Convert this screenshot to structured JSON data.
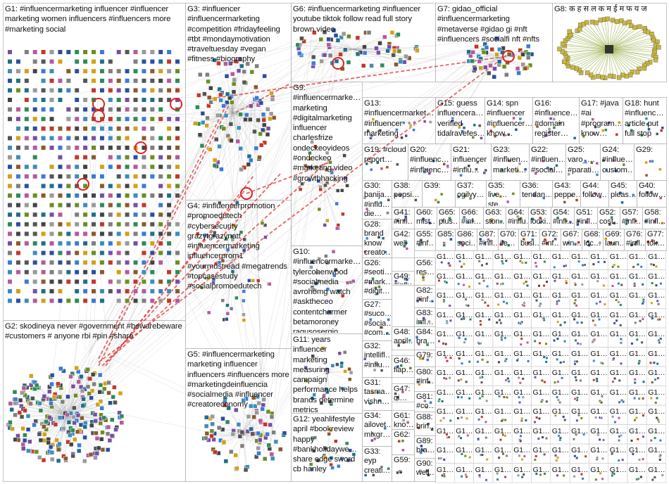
{
  "groups": [
    {
      "id": "G1",
      "text": "G1: #influencermarketing influencer #influencer marketing women influencers #influencers more #marketing social"
    },
    {
      "id": "G2",
      "text": "G2: skodineya never #government #bewarebeware #customers # anyone rbi #pin #share"
    },
    {
      "id": "G3",
      "text": "G3: #influencer #influencermarketing #competition #fridayfeeling #tbt #mondaymotivation #traveltuesday #vegan #fitness #biography"
    },
    {
      "id": "G4",
      "text": "G4: #influencerpromotion #promoedutech #cybersecurity grazytgrazynatt #influencermarketing influencerprom1 #yourmustread #megatrends #topcasestudy #socialpromoedutech"
    },
    {
      "id": "G5",
      "text": "G5: #influencermarketing marketing influencer influencers #influencers more #marketingdeinfluencia #socialmedia #influencer #creatoreconomy"
    },
    {
      "id": "G6",
      "text": "G6: #influencermarketing #influencer youtube tiktok follow read full story brown video"
    },
    {
      "id": "G7",
      "text": "G7: gidao_official #influencermarketing #metaverse #gidao gi #nft #influencers #socialfi nft #nfts"
    },
    {
      "id": "G8",
      "text": "G8: क ह स ल क म ई म फ य ज"
    },
    {
      "id": "G9",
      "text": "G9: #influencermarke… marketing #digitalmarketing influencer charlesfrize ondeckeovideos #ondeckeo #marketing video #growthhacking"
    },
    {
      "id": "G10",
      "text": "G10: #influencermarke… tylercohenwood #socialmedia avrohomg watch #asktheceo contentcharmer betamoroney ragusosergio…"
    },
    {
      "id": "G11",
      "text": "G11: years influencer marketing measuring campaign performance helps brands determine metrics"
    },
    {
      "id": "G12",
      "text": "G12: yeahlifestyle april #bookreview happy #bankholidaywe… share edge sword cb hanley"
    },
    {
      "id": "G13",
      "text": "G13: #influencermarket… #influencer marketing"
    },
    {
      "id": "G14",
      "text": "G14: spn #influencer #influencer… know…"
    },
    {
      "id": "G15",
      "text": "G15: guess influencera… verified tidalravefes…"
    },
    {
      "id": "G16",
      "text": "G16: #influence… #domain register…"
    },
    {
      "id": "G17",
      "text": "G17: #java #ai #program… know…"
    },
    {
      "id": "G18",
      "text": "G18: hunt #influenc… article put full stop"
    },
    {
      "id": "G19",
      "text": "G19: #cloud report…"
    },
    {
      "id": "G20",
      "text": "G20: #influenc… #influenc…"
    },
    {
      "id": "G21",
      "text": "G21: influencer #influ…"
    },
    {
      "id": "G23",
      "text": "G23: #influen… marketi…"
    },
    {
      "id": "G22",
      "text": "G22: #influen… #social…"
    },
    {
      "id": "G25",
      "text": "G25: varo_… #parati…"
    },
    {
      "id": "G24",
      "text": "G24: #influe… custom…"
    },
    {
      "id": "G29",
      "text": "G29:"
    },
    {
      "id": "G30",
      "text": "G30: banija… #influ… die…"
    },
    {
      "id": "G38",
      "text": "G38: pepsi…"
    },
    {
      "id": "G39",
      "text": "G39:"
    },
    {
      "id": "G37",
      "text": "G37: ogilvy…"
    },
    {
      "id": "G35",
      "text": "G35: live… ste…"
    },
    {
      "id": "G36",
      "text": "G36: tendan…"
    },
    {
      "id": "G43",
      "text": "G43: peppe…"
    },
    {
      "id": "G44",
      "text": "G44: follow…"
    },
    {
      "id": "G45",
      "text": "G45: pleas…"
    },
    {
      "id": "G40",
      "text": "G40: follow…"
    },
    {
      "id": "G28",
      "text": "G28: brand know creato…"
    },
    {
      "id": "G41",
      "text": "G41: #infl…"
    },
    {
      "id": "G60",
      "text": "G60: mist…"
    },
    {
      "id": "G65",
      "text": "G65: plus…"
    },
    {
      "id": "G66",
      "text": "G66: #inf…"
    },
    {
      "id": "G63",
      "text": "G63: ston…"
    },
    {
      "id": "G64",
      "text": "G64: #influ…"
    },
    {
      "id": "G53",
      "text": "G53: looki…"
    },
    {
      "id": "G54",
      "text": "G54: #infl…"
    },
    {
      "id": "G51",
      "text": "G51: #infl…"
    },
    {
      "id": "G52",
      "text": "G52: cost…"
    },
    {
      "id": "G57",
      "text": "G57: #infl…"
    },
    {
      "id": "G58",
      "text": "G58: #infl…"
    },
    {
      "id": "G42",
      "text": "G42: well"
    },
    {
      "id": "G55",
      "text": "G55: #inf…"
    },
    {
      "id": "G85",
      "text": "G85:"
    },
    {
      "id": "G86",
      "text": "G86: soci…"
    },
    {
      "id": "G87",
      "text": "G87: #infl…"
    },
    {
      "id": "G70",
      "text": "G70: ile…"
    },
    {
      "id": "G71",
      "text": "G71: busi…"
    },
    {
      "id": "G72",
      "text": "G72: #inf…"
    },
    {
      "id": "G67",
      "text": "G67: win…"
    },
    {
      "id": "G68",
      "text": "G68: loc…"
    },
    {
      "id": "G69",
      "text": "G69: laun…"
    },
    {
      "id": "G76",
      "text": "G76: #infl…"
    },
    {
      "id": "G77",
      "text": "G77: tok…"
    },
    {
      "id": "G26",
      "text": "G26: #seoti… #mark… #digit…"
    },
    {
      "id": "G56",
      "text": "G56: res…"
    },
    {
      "id": "G49",
      "text": "G49: #influ…"
    },
    {
      "id": "G82",
      "text": "G82: #inf…"
    },
    {
      "id": "G27",
      "text": "G27: #suco… #socia… #com…"
    },
    {
      "id": "G83",
      "text": "G83: infl…"
    },
    {
      "id": "G48",
      "text": "G48: april…"
    },
    {
      "id": "G84",
      "text": "G84: bra…"
    },
    {
      "id": "G32",
      "text": "G32: intellifl… #influ…"
    },
    {
      "id": "G46",
      "text": "G46: flap…"
    },
    {
      "id": "G79",
      "text": "G79:"
    },
    {
      "id": "G47",
      "text": "G47: gi…"
    },
    {
      "id": "G80",
      "text": "G80: #inf…"
    },
    {
      "id": "G31",
      "text": "G31: tasma… vishn…"
    },
    {
      "id": "G81",
      "text": "G81: #co…"
    },
    {
      "id": "G34",
      "text": "G34: ailovet… mixgr…"
    },
    {
      "id": "G61",
      "text": "G61: kno…"
    },
    {
      "id": "G88",
      "text": "G88: brin…"
    },
    {
      "id": "G62",
      "text": "G62:"
    },
    {
      "id": "G89",
      "text": "G89: bra…"
    },
    {
      "id": "G33",
      "text": "G33: eyp creati…"
    },
    {
      "id": "G59",
      "text": "G59:"
    },
    {
      "id": "G90",
      "text": "G90: well…"
    }
  ],
  "small_grid_label": "G1…"
}
